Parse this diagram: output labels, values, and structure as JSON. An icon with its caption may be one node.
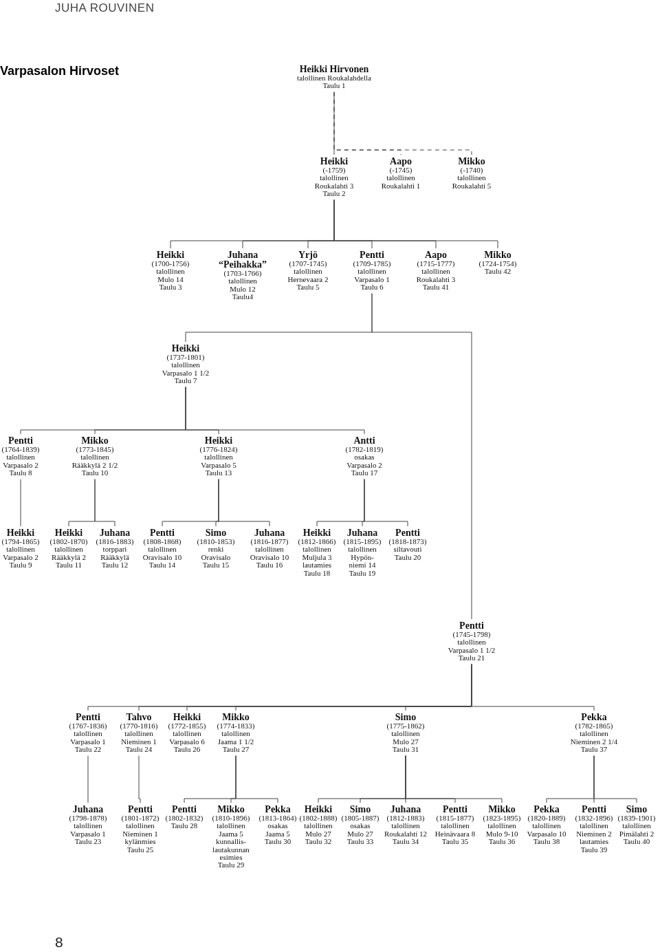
{
  "diagram": {
    "title": "Varpasalon Hirvoset",
    "nodes": [
      {
        "text": [
          "Heikki Hirvonen",
          "talollinen Roukalahdella",
          "Taulu 1"
        ]
      },
      {
        "text": [
          "Heikki",
          "(-1759)",
          "talollinen",
          "Roukalahti 3",
          "Taulu 2"
        ]
      },
      {
        "text": [
          "Aapo",
          "(-1745)",
          "talollinen",
          "Roukalahti 1"
        ]
      },
      {
        "text": [
          "Mikko",
          "(-1740)",
          "talollinen",
          "Roukalahti 5"
        ]
      },
      {
        "text": [
          "Heikki",
          "(1700-1756)",
          "talollinen",
          "Mulo 14",
          "Taulu 3"
        ]
      },
      {
        "text": [
          "Juhana “Peihakka”",
          "(1703-1766)",
          "talollinen",
          "Mulo 12",
          "Taulu4"
        ]
      },
      {
        "text": [
          "Yrjö",
          "(1707-1745)",
          "talollinen",
          "Hernevaara 2",
          "Taulu 5"
        ]
      },
      {
        "text": [
          "Pentti",
          "(1709-1785)",
          "talollinen",
          "Varpasalo 1",
          "Taulu 6"
        ]
      },
      {
        "text": [
          "Aapo",
          "(1715-1777)",
          "talollinen",
          "Roukalahti 3",
          "Taulu 41"
        ]
      },
      {
        "text": [
          "Mikko",
          "(1724-1754)",
          "Taulu 42"
        ]
      },
      {
        "text": [
          "Heikki",
          "(1737-1801)",
          "talollinen",
          "Varpasalo 1 1/2",
          "Taulu 7"
        ]
      },
      {
        "text": [
          "Pentti",
          "(1764-1839)",
          "talollinen",
          "Varpasalo 2",
          "Taulu 8"
        ]
      },
      {
        "text": [
          "Mikko",
          "(1773-1845)",
          "talollinen",
          "Rääkkylä 2 1/2",
          "Taulu 10"
        ]
      },
      {
        "text": [
          "Heikki",
          "(1776-1824)",
          "talollinen",
          "Varpasalo 5",
          "Taulu 13"
        ]
      },
      {
        "text": [
          "Antti",
          "(1782-1819)",
          "osakas",
          "Varpasalo 2",
          "Taulu 17"
        ]
      },
      {
        "text": [
          "Heikki",
          "(1794-1865)",
          "talollinen",
          "Varpasalo 2",
          "Taulu 9"
        ]
      },
      {
        "text": [
          "Heikki",
          "(1802-1870)",
          "talollinen",
          "Rääkkylä 2",
          "Taulu 11"
        ]
      },
      {
        "text": [
          "Juhana",
          "(1816-1883)",
          "torppari",
          "Rääkkylä",
          "Taulu 12"
        ]
      },
      {
        "text": [
          "Pentti",
          "(1808-1868)",
          "talollinen",
          "Oravisalo 10",
          "Taulu 14"
        ]
      },
      {
        "text": [
          "Simo",
          "(1810-1853)",
          "renki",
          "Oravisalo",
          "Taulu 15"
        ]
      },
      {
        "text": [
          "Juhana",
          "(1816-1877)",
          "talollinen",
          "Oravisalo 10",
          "Taulu 16"
        ]
      },
      {
        "text": [
          "Heikki",
          "(1812-1866)",
          "talollinen",
          "Muljula 3",
          "lautamies",
          "Taulu 18"
        ]
      },
      {
        "text": [
          "Juhana",
          "(1815-1895)",
          "talollinen",
          "Hypön-",
          "niemi 14",
          "Taulu 19"
        ]
      },
      {
        "text": [
          "Pentti",
          "(1818-1873)",
          "siltavouti",
          "Taulu 20"
        ]
      },
      {
        "text": [
          "Pentti",
          "(1745-1798)",
          "talollinen",
          "Varpasalo 1 1/2",
          "Taulu 21"
        ]
      },
      {
        "text": [
          "Pentti",
          "(1767-1836)",
          "talollinen",
          "Varpasalo 1",
          "Taulu 22"
        ]
      },
      {
        "text": [
          "Tahvo",
          "(1770-1816)",
          "talollinen",
          "Nieminen 1",
          "Taulu 24"
        ]
      },
      {
        "text": [
          "Heikki",
          "(1772-1855)",
          "talollinen",
          "Varpasalo 6",
          "Taulu 26"
        ]
      },
      {
        "text": [
          "Mikko",
          "(1774-1833)",
          "talollinen",
          "Jaama 1 1/2",
          "Taulu 27"
        ]
      },
      {
        "text": [
          "Simo",
          "(1775-1862)",
          "talollinen",
          "Mulo 27",
          "Taulu 31"
        ]
      },
      {
        "text": [
          "Pekka",
          "(1782-1865)",
          "talollinen",
          "Nieminen 2 1/4",
          "Taulu 37"
        ]
      },
      {
        "text": [
          "Juhana",
          "(1798-1878)",
          "talollinen",
          "Varpasalo 1",
          "Taulu 23"
        ]
      },
      {
        "text": [
          "Pentti",
          "(1801-1872)",
          "talollinen",
          "Nieminen 1",
          "kylänmies",
          "Taulu 25"
        ]
      },
      {
        "text": [
          "Pentti",
          "(1802-1832)",
          "Taulu 28"
        ]
      },
      {
        "text": [
          "Mikko",
          "(1810-1896)",
          "talollinen",
          "Jaama 5",
          "kunnallis-",
          "lautakunnan",
          "esimies",
          "Taulu 29"
        ]
      },
      {
        "text": [
          "Pekka",
          "(1813-1864)",
          "osakas",
          "Jaama 5",
          "Taulu 30"
        ]
      },
      {
        "text": [
          "Heikki",
          "(1802-1888)",
          "talollinen",
          "Mulo 27",
          "Taulu 32"
        ]
      },
      {
        "text": [
          "Simo",
          "(1805-1887)",
          "osakas",
          "Mulo 27",
          "Taulu 33"
        ]
      },
      {
        "text": [
          "Juhana",
          "(1812-1883)",
          "talollinen",
          "Roukalahti 12",
          "Taulu 34"
        ]
      },
      {
        "text": [
          "Pentti",
          "(1815-1877)",
          "talollinen",
          "Heinävaara 8",
          "Taulu 35"
        ]
      },
      {
        "text": [
          "Mikko",
          "(1823-1895)",
          "talollinen",
          "Mulo 9-10",
          "Taulu 36"
        ]
      },
      {
        "text": [
          "Pekka",
          "(1820-1889)",
          "talollinen",
          "Varpasalo 10",
          "Taulu 38"
        ]
      },
      {
        "text": [
          "Pentti",
          "(1832-1896)",
          "talollinen",
          "Nieminen 2",
          "lautamies",
          "Taulu 39"
        ]
      },
      {
        "text": [
          "Simo",
          "(1839-1901)",
          "talollinen",
          "Pimälahti 2",
          "Taulu 40"
        ]
      }
    ],
    "edges": [
      {
        "from": 0,
        "to": 1,
        "arrow": "none"
      },
      {
        "from": 0,
        "to": 2,
        "arrow": "none",
        "style": "dashed"
      },
      {
        "from": 0,
        "to": 3,
        "arrow": "none",
        "style": "dashed"
      },
      {
        "from": 1,
        "to": 4,
        "arrow": "none"
      },
      {
        "from": 1,
        "to": 5,
        "arrow": "none"
      },
      {
        "from": 1,
        "to": 6,
        "arrow": "none"
      },
      {
        "from": 1,
        "to": 7,
        "arrow": "none"
      },
      {
        "from": 1,
        "to": 8,
        "arrow": "none"
      },
      {
        "from": 1,
        "to": 9,
        "arrow": "none"
      },
      {
        "from": 7,
        "to": 10,
        "arrow": "none"
      },
      {
        "from": 7,
        "to": 24,
        "arrow": "none"
      },
      {
        "from": 10,
        "to": 11,
        "arrow": "none"
      },
      {
        "from": 10,
        "to": 12,
        "arrow": "none"
      },
      {
        "from": 10,
        "to": 13,
        "arrow": "none"
      },
      {
        "from": 10,
        "to": 14,
        "arrow": "none"
      },
      {
        "from": 11,
        "to": 15,
        "arrow": "none"
      },
      {
        "from": 12,
        "to": 16,
        "arrow": "none"
      },
      {
        "from": 12,
        "to": 17,
        "arrow": "none"
      },
      {
        "from": 13,
        "to": 18,
        "arrow": "none"
      },
      {
        "from": 13,
        "to": 19,
        "arrow": "none"
      },
      {
        "from": 13,
        "to": 20,
        "arrow": "none"
      },
      {
        "from": 14,
        "to": 21,
        "arrow": "none"
      },
      {
        "from": 14,
        "to": 22,
        "arrow": "none"
      },
      {
        "from": 14,
        "to": 23,
        "arrow": "none"
      },
      {
        "from": 24,
        "to": 25,
        "arrow": "none"
      },
      {
        "from": 24,
        "to": 26,
        "arrow": "none"
      },
      {
        "from": 24,
        "to": 27,
        "arrow": "none"
      },
      {
        "from": 24,
        "to": 28,
        "arrow": "none"
      },
      {
        "from": 24,
        "to": 29,
        "arrow": "none"
      },
      {
        "from": 24,
        "to": 30,
        "arrow": "none"
      },
      {
        "from": 25,
        "to": 31,
        "arrow": "none"
      },
      {
        "from": 26,
        "to": 32,
        "arrow": "none"
      },
      {
        "from": 28,
        "to": 33,
        "arrow": "none"
      },
      {
        "from": 28,
        "to": 34,
        "arrow": "none"
      },
      {
        "from": 28,
        "to": 35,
        "arrow": "none"
      },
      {
        "from": 29,
        "to": 36,
        "arrow": "none"
      },
      {
        "from": 29,
        "to": 37,
        "arrow": "none"
      },
      {
        "from": 29,
        "to": 38,
        "arrow": "none"
      },
      {
        "from": 29,
        "to": 39,
        "arrow": "none"
      },
      {
        "from": 29,
        "to": 40,
        "arrow": "none"
      },
      {
        "from": 30,
        "to": 41,
        "arrow": "none"
      },
      {
        "from": 30,
        "to": 42,
        "arrow": "none"
      },
      {
        "from": 30,
        "to": 43,
        "arrow": "none"
      }
    ],
    "labels": [
      "JUHA ROUVINEN",
      "8"
    ]
  }
}
